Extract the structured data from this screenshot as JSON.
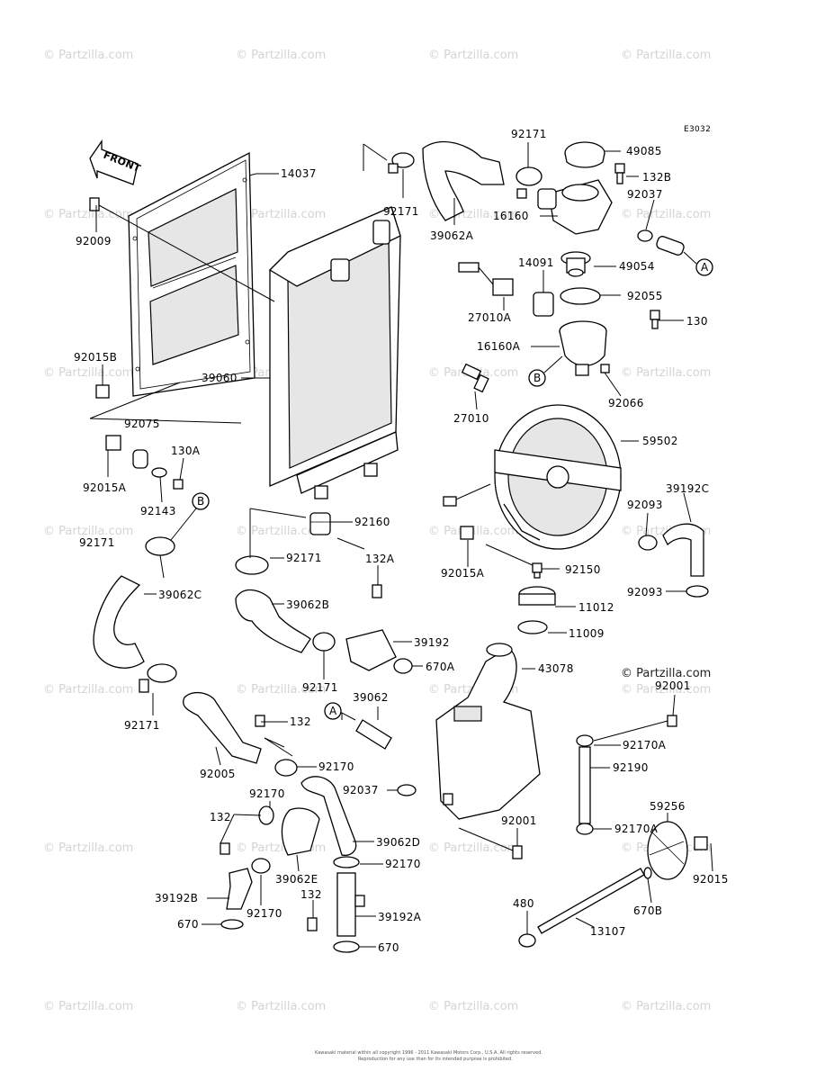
{
  "diagram_code": "E3032",
  "front_label": "FRONT",
  "copyright_watermark": "© Partzilla.com",
  "watermark_text": "© Partzilla.com",
  "footer_line1": "Kawasaki material within all copyright 1996 - 2011 Kawasaki Motors Corp., U.S.A. All rights reserved.",
  "footer_line2": "Reproduction for any use than for its intended purpose is prohibited.",
  "callouts": {
    "p14037": "14037",
    "p92009": "92009",
    "p92015B": "92015B",
    "p39060": "39060",
    "p92075": "92075",
    "p92015A_l": "92015A",
    "p130A": "130A",
    "p92143": "92143",
    "p92171_top": "92171",
    "p39062A": "39062A",
    "p92171_tr": "92171",
    "p16160": "16160",
    "p49085": "49085",
    "p132B": "132B",
    "p92037_t": "92037",
    "p49054": "49054",
    "p14091": "14091",
    "p27010A": "27010A",
    "p92055": "92055",
    "p130": "130",
    "p16160A": "16160A",
    "p92066": "92066",
    "p27010": "27010",
    "p59502": "59502",
    "p39192C": "39192C",
    "p92093_a": "92093",
    "p92093_b": "92093",
    "p92160": "92160",
    "p92171_mid": "92171",
    "p92015A_r": "92015A",
    "p92150": "92150",
    "p92171_l": "92171",
    "p39062C": "39062C",
    "p39062B": "39062B",
    "p132A": "132A",
    "p11012": "11012",
    "p11009": "11009",
    "p39192": "39192",
    "p670A": "670A",
    "p92171_c": "92171",
    "p43078": "43078",
    "p92001_t": "92001",
    "p92171_ll": "92171",
    "p39062": "39062",
    "p132": "132",
    "p92170A_a": "92170A",
    "p92005": "92005",
    "p92170_a": "92170",
    "p92190": "92190",
    "p92037_b": "92037",
    "p92170_b": "92170",
    "p92001_b": "92001",
    "p92170A_b": "92170A",
    "p132_c": "132",
    "p39062D": "39062D",
    "p59256": "59256",
    "p92170_c": "92170",
    "p39062E": "39062E",
    "p92015": "92015",
    "p39192B": "39192B",
    "p132_d": "132",
    "p39192A": "39192A",
    "p92170_d": "92170",
    "p670": "670",
    "p670_b": "670",
    "p480": "480",
    "p670B": "670B",
    "p13107": "13107"
  },
  "markers": {
    "A": "A",
    "B": "B"
  }
}
